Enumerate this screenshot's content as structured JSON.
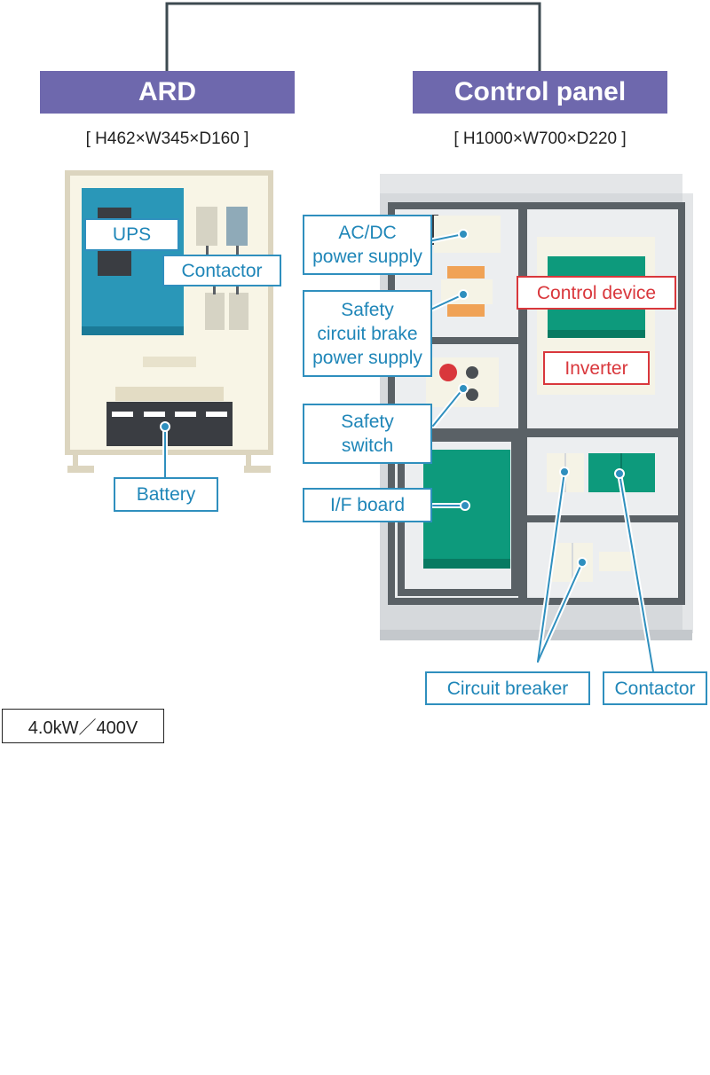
{
  "ard": {
    "title": "ARD",
    "dimensions": "[ H462×W345×D160 ]",
    "labels": {
      "ups": "UPS",
      "contactor": "Contactor",
      "battery": "Battery"
    }
  },
  "control_panel": {
    "title": "Control panel",
    "dimensions": "[ H1000×W700×D220 ]",
    "labels": {
      "acdc": [
        "AC/DC",
        "power supply"
      ],
      "safety_supply": [
        "Safety",
        "circuit brake",
        "power supply"
      ],
      "safety_switch": [
        "Safety",
        "switch"
      ],
      "if_board": "I/F board",
      "control_device": "Control device",
      "inverter": "Inverter",
      "circuit_breaker": "Circuit breaker",
      "contactor": "Contactor"
    }
  },
  "rating": "4.0kW／400V",
  "colors": {
    "header": "#6e68ad",
    "label_blue": "#2f8fbe",
    "label_red": "#d9373c",
    "ups_teal": "#2a97b8",
    "board_green": "#0d9a7c",
    "ard_cream": "#f8f5e6",
    "panel_gray": "#d6d9dc"
  }
}
